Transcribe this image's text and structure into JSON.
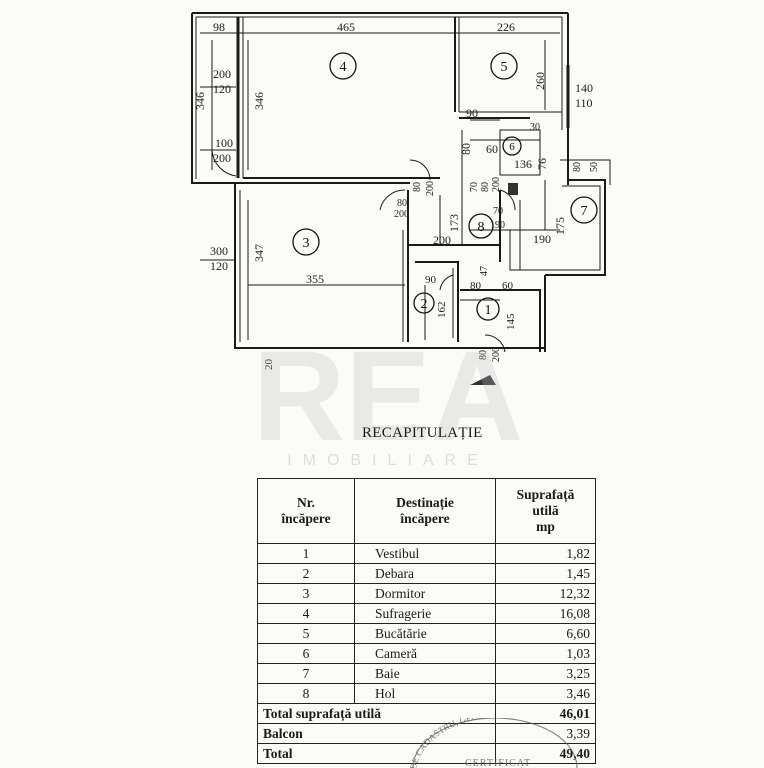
{
  "plan": {
    "room_numbers": [
      "4",
      "5",
      "3",
      "6",
      "7",
      "8",
      "2",
      "1"
    ],
    "dimensions": [
      "98",
      "465",
      "226",
      "200",
      "120",
      "346",
      "346",
      "260",
      "140",
      "110",
      "100",
      "200",
      "90",
      "30",
      "80",
      "60",
      "136",
      "76",
      "80",
      "50",
      "80",
      "200",
      "80",
      "200",
      "70",
      "80",
      "200",
      "173",
      "70",
      "190",
      "190",
      "175",
      "200",
      "300",
      "120",
      "347",
      "355",
      "90",
      "47",
      "80",
      "60",
      "162",
      "145",
      "80",
      "200",
      "20"
    ]
  },
  "watermark": {
    "logo": "REA",
    "sub": "IMOBILIARE"
  },
  "recap_title": "RECAPITULAȚIE",
  "table": {
    "headers": [
      "Nr.\nîncăpere",
      "Destinație\nîncăpere",
      "Suprafață\nutilă\nmp"
    ],
    "rows": [
      {
        "nr": "1",
        "dest": "Vestibul",
        "area": "1,82"
      },
      {
        "nr": "2",
        "dest": "Debara",
        "area": "1,45"
      },
      {
        "nr": "3",
        "dest": "Dormitor",
        "area": "12,32"
      },
      {
        "nr": "4",
        "dest": "Sufragerie",
        "area": "16,08"
      },
      {
        "nr": "5",
        "dest": "Bucătărie",
        "area": "6,60"
      },
      {
        "nr": "6",
        "dest": "Cameră",
        "area": "1,03"
      },
      {
        "nr": "7",
        "dest": "Baie",
        "area": "3,25"
      },
      {
        "nr": "8",
        "dest": "Hol",
        "area": "3,46"
      }
    ],
    "totals": [
      {
        "label": "Total suprafață utilă",
        "value": "46,01"
      },
      {
        "label": "Balcon",
        "value": "3,39"
      },
      {
        "label": "Total",
        "value": "49,40"
      }
    ]
  },
  "stamp_text": [
    "DE CADASTRU, GEODEZIE",
    "CERTIFICAT"
  ]
}
